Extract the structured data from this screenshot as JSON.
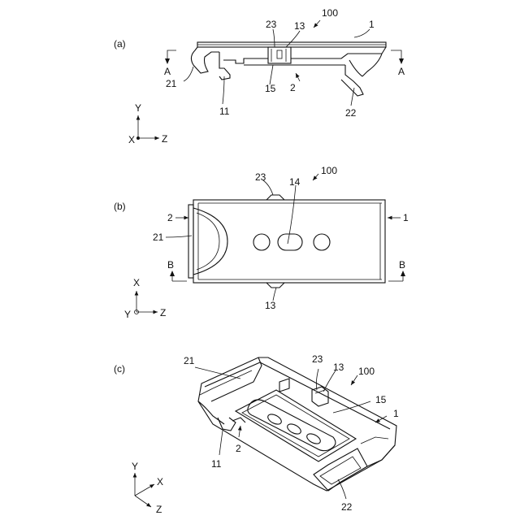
{
  "views": [
    {
      "label": "(a)"
    },
    {
      "label": "(b)"
    },
    {
      "label": "(c)"
    }
  ],
  "view_a": {
    "refs": {
      "r100": "100",
      "r1": "1",
      "r23": "23",
      "r13": "13",
      "r21": "21",
      "r15": "15",
      "r2": "2",
      "r11": "11",
      "r22": "22"
    },
    "section_left": "A",
    "section_right": "A",
    "axes": {
      "up": "Y",
      "right": "Z",
      "out": "X"
    }
  },
  "view_b": {
    "refs": {
      "r100": "100",
      "r23": "23",
      "r14": "14",
      "r2": "2",
      "r21": "21",
      "r1": "1",
      "r13": "13"
    },
    "section_left": "B",
    "section_right": "B",
    "axes": {
      "up": "X",
      "right": "Z",
      "out": "Y"
    }
  },
  "view_c": {
    "refs": {
      "r21": "21",
      "r23": "23",
      "r13": "13",
      "r100": "100",
      "r15": "15",
      "r1": "1",
      "r2": "2",
      "r11": "11",
      "r22": "22"
    },
    "axes": {
      "up": "Y",
      "diag": "X",
      "down": "Z"
    }
  }
}
